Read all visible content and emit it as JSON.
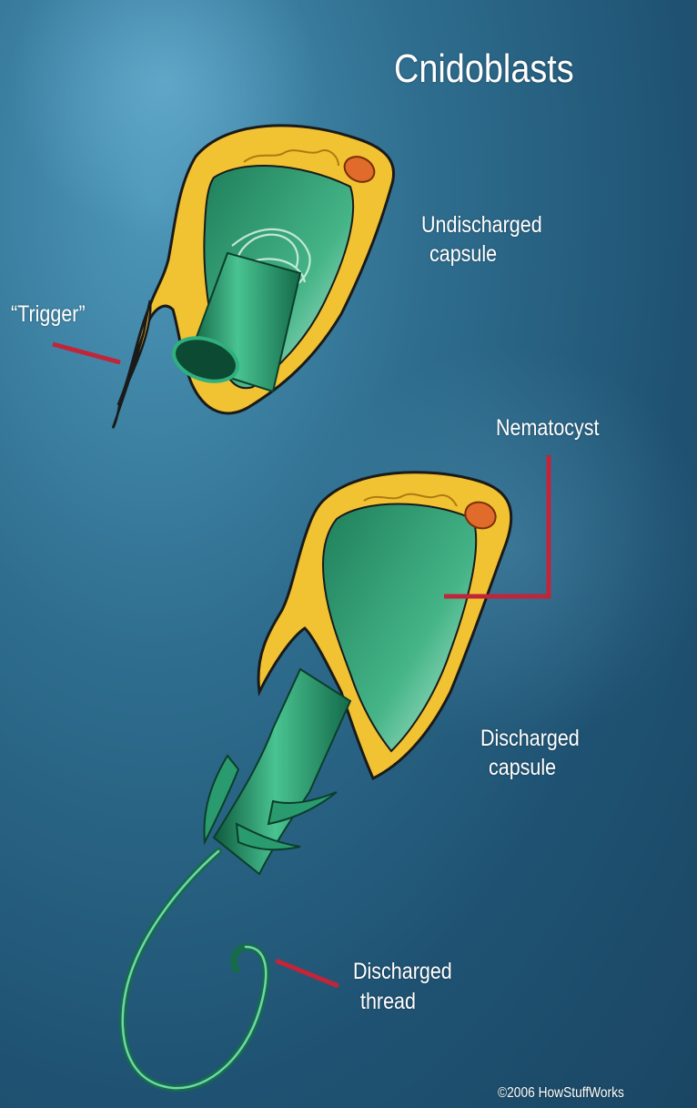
{
  "title": "Cnidoblasts",
  "labels": {
    "undischarged_line1": "Undischarged",
    "undischarged_line2": "capsule",
    "trigger": "“Trigger”",
    "nematocyst": "Nematocyst",
    "discharged_capsule_line1": "Discharged",
    "discharged_capsule_line2": "capsule",
    "discharged_thread_line1": "Discharged",
    "discharged_thread_line2": "thread"
  },
  "credit": "©2006 HowStuffWorks",
  "colors": {
    "background": "#2a6688",
    "cell_wall": "#f1c232",
    "capsule": "#2f9f76",
    "leader_line": "#c0253a",
    "text": "#ffffff"
  }
}
